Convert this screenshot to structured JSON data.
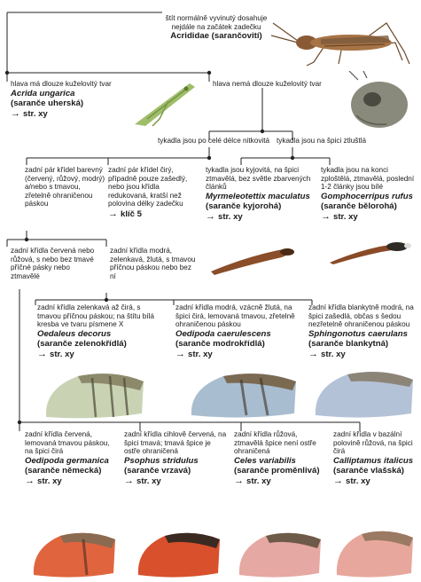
{
  "root": {
    "desc": "štít normálně vyvinutý dosahuje nejdále na začátek zadečku",
    "latin": "Acrididae (sarančovití)"
  },
  "level1": [
    {
      "desc": "hlava má dlouze kuželovitý tvar",
      "latin": "Acrida ungarica",
      "czech": "(saranče uherská)",
      "ref": "str. xy"
    },
    {
      "desc": "hlava nemá dlouze kuželovitý tvar"
    }
  ],
  "level2": [
    {
      "desc": "tykadla jsou po celé délce nitkovitá"
    },
    {
      "desc": "tykadla jsou na špici ztluštlá"
    }
  ],
  "level3": [
    {
      "desc": "zadní pár křídel barevný (červený, růžový, modrý) a/nebo s tmavou, zřetelně ohraničenou páskou"
    },
    {
      "desc": "zadní pár křídel čirý, případně pouze zašedlý, nebo jsou křídla redukovaná, kratší než polovina délky zadečku",
      "ref": "klíč 5"
    },
    {
      "desc": "tykadla jsou kyjovitá, na špici ztmavělá, bez světle zbarvených článků",
      "latin": "Myrmeleotettix maculatus",
      "czech": "(saranče kyjorohá)",
      "ref": "str. xy"
    },
    {
      "desc": "tykadla jsou na konci zploštělá, ztmavělá, poslední 1-2 články jsou bílé",
      "latin": "Gomphocerripus rufus",
      "czech": "(saranče bělorohá)",
      "ref": "str. xy"
    }
  ],
  "level4": [
    {
      "desc": "zadní křídla červená nebo růžová, s nebo bez tmavé příčné pásky nebo ztmavělé"
    },
    {
      "desc": "zadní křídla modrá, zelenkavá, žlutá, s tmavou příčnou páskou nebo bez ní"
    }
  ],
  "level5": [
    {
      "desc": "zadní křídla zelenkavá až čirá, s tmavou příčnou páskou; na štítu bílá kresba ve tvaru písmene X",
      "latin": "Oedaleus decorus",
      "czech": "(saranče zelenokřídlá)",
      "ref": "str. xy"
    },
    {
      "desc": "zadní křídla modrá, vzácně žlutá, na špici čirá, lemovaná tmavou, zřetelně ohraničenou páskou",
      "latin": "Oedipoda caerulescens",
      "czech": "(saranče modrokřídlá)",
      "ref": "str. xy"
    },
    {
      "desc": "zadní křídla blankytně modrá, na špici zašedlá, občas s šedou nezřetelně ohraničenou páskou",
      "latin": "Sphingonotus caerulans",
      "czech": "(saranče blankytná)",
      "ref": "str. xy"
    }
  ],
  "level6": [
    {
      "desc": "zadní křídla červená, lemovaná tmavou páskou, na špici čirá",
      "latin": "Oedipoda germanica",
      "czech": "(saranče německá)",
      "ref": "str. xy"
    },
    {
      "desc": "zadní křídla cihlově červená, na špici tmavá; tmavá špice je ostře ohraničená",
      "latin": "Psophus stridulus",
      "czech": "(saranče vrzavá)",
      "ref": "str. xy"
    },
    {
      "desc": "zadní křídla růžová, ztmavělá špice není ostře ohraničená",
      "latin": "Celes variabilis",
      "czech": "(saranče proměnlivá)",
      "ref": "str. xy"
    },
    {
      "desc": "zadní křídla v bazální polovině růžová, na špici čirá",
      "latin": "Calliptamus italicus",
      "czech": "(saranče vlašská)",
      "ref": "str. xy"
    }
  ],
  "icons": {
    "arrow": "→"
  },
  "colors": {
    "line": "#222222",
    "text": "#1a1a1a"
  }
}
